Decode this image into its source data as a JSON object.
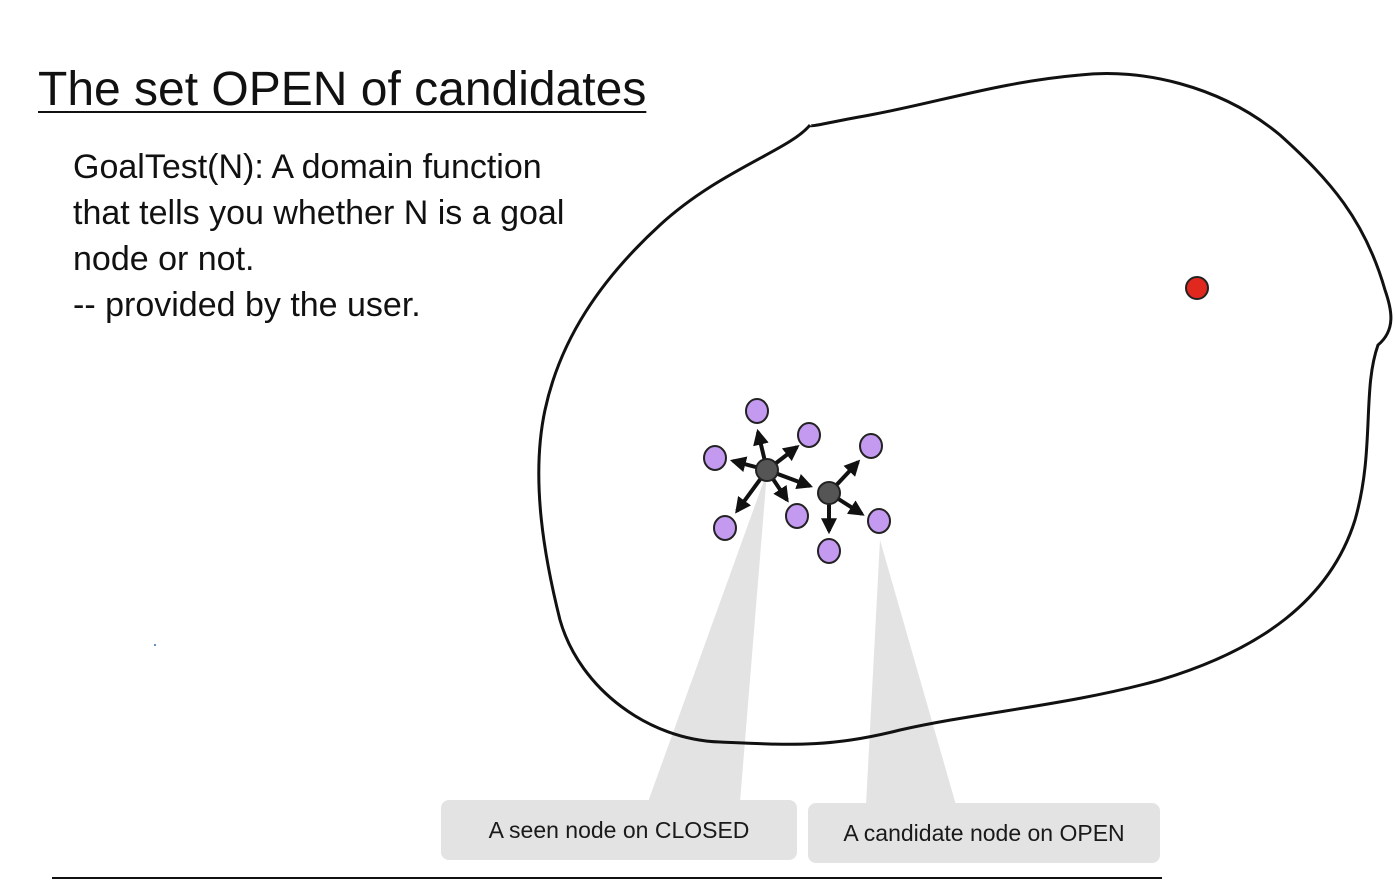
{
  "slide": {
    "title": "The set OPEN of candidates",
    "body_lines": [
      "GoalTest(N): A domain function",
      "that tells you whether N is a goal",
      "node or not.",
      "-- provided by the user."
    ]
  },
  "callouts": {
    "closed_label": "A seen node on CLOSED",
    "open_label": "A candidate node on OPEN"
  },
  "colors": {
    "outline": "#111111",
    "goal_node": "#e0281e",
    "closed_node": "#555555",
    "open_node": "#c39af0",
    "callout_fill": "#e3e3e3"
  }
}
